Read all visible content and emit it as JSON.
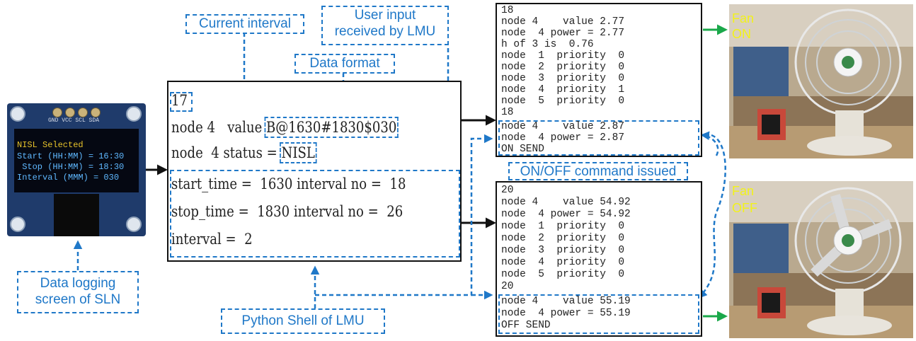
{
  "labels": {
    "current_interval": "Current interval",
    "user_input_line1": "User input",
    "user_input_line2": "received by LMU",
    "data_format": "Data format",
    "on_off_command": "ON/OFF command issued",
    "data_logging_line1": "Data logging",
    "data_logging_line2": "screen of SLN",
    "python_shell": "Python Shell of LMU",
    "fan_on_line1": "Fan",
    "fan_on_line2": "ON",
    "fan_off_line1": "Fan",
    "fan_off_line2": "OFF"
  },
  "oled": {
    "pins": "GND VCC SCL SDA",
    "lines": [
      "NISL Selected",
      "Start (HH:MM) = 16:30",
      " Stop (HH:MM) = 18:30",
      "Interval (MMM) = 030"
    ],
    "colors": {
      "header": "#e6c22a",
      "body": "#5fb8ff"
    }
  },
  "shell": {
    "interval": "17",
    "node_value_prefix": "node 4   value ",
    "node_value": "B@1630#1830$030",
    "node_status_prefix": "node  4 status = ",
    "node_status": "NISL",
    "lines": [
      "start_time =  1630 interval no =  18",
      "stop_time =  1830 interval no =  26",
      "interval =  2"
    ]
  },
  "terminal_top": {
    "lines": [
      "18",
      "node 4    value 2.77",
      "node  4 power = 2.77",
      "h of 3 is  0.76",
      "node  1  priority  0",
      "node  2  priority  0",
      "node  3  priority  0",
      "node  4  priority  1",
      "node  5  priority  0",
      "18",
      "node 4    value 2.87",
      "node  4 power = 2.87",
      "ON SEND"
    ]
  },
  "terminal_bottom": {
    "lines": [
      "20",
      "node 4    value 54.92",
      "node  4 power = 54.92",
      "node  1  priority  0",
      "node  2  priority  0",
      "node  3  priority  0",
      "node  4  priority  0",
      "node  5  priority  0",
      "20",
      "node 4    value 55.19",
      "node  4 power = 55.19",
      "OFF SEND"
    ]
  },
  "colors": {
    "accent": "#1f78c8",
    "fan_label": "#f2f21a",
    "green_arrow": "#1aa84a",
    "black_arrow": "#111111"
  }
}
